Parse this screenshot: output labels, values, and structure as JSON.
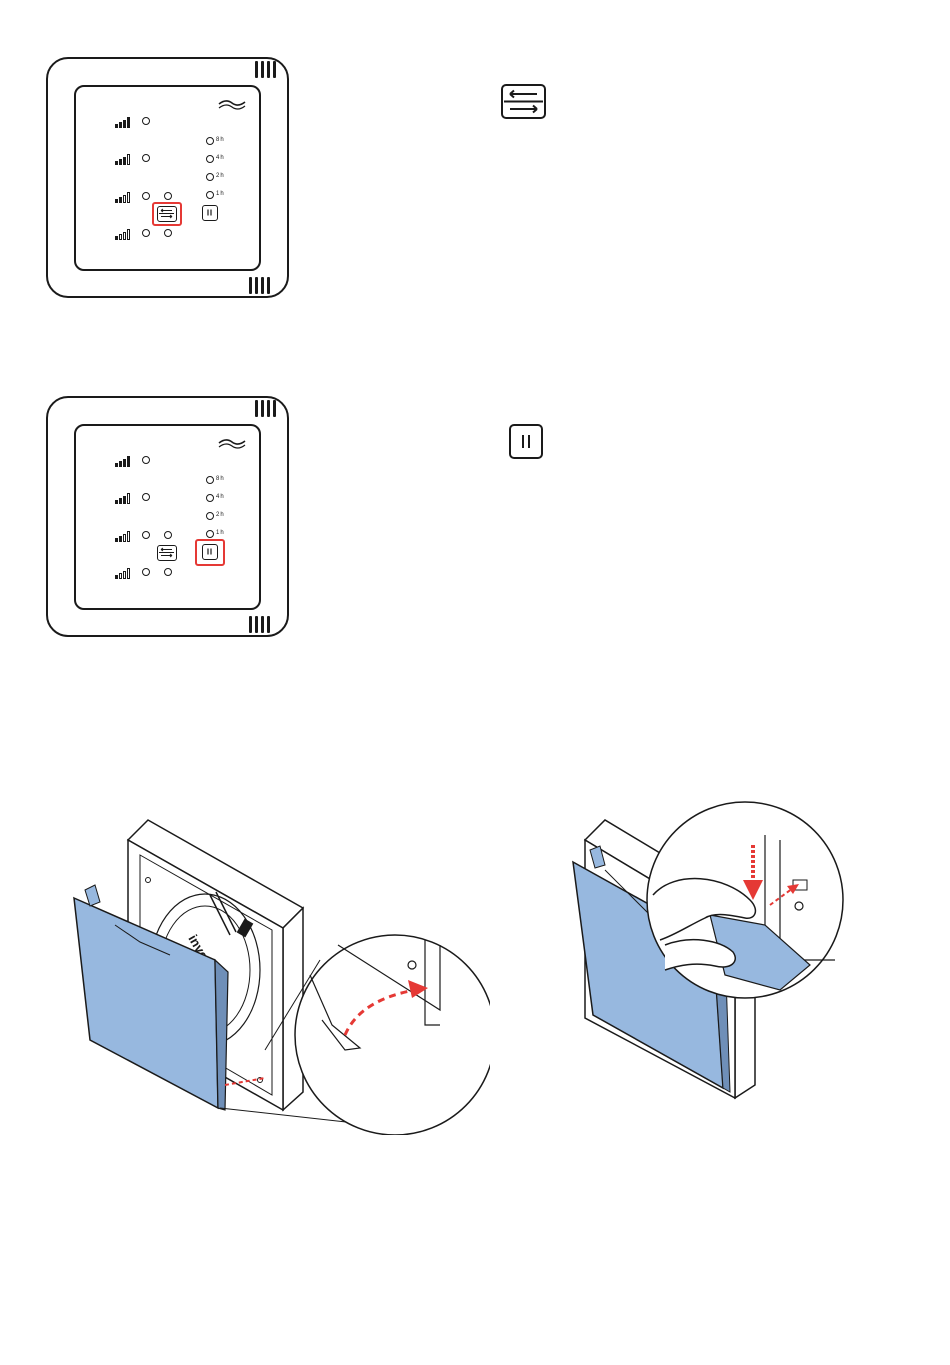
{
  "colors": {
    "line": "#1a1a1a",
    "highlight": "#e53935",
    "cover_blue": "#97b8df",
    "cover_edge": "#6f8fb8"
  },
  "panels": [
    {
      "timer_labels": [
        "8h",
        "4h",
        "2h",
        "1h"
      ],
      "highlighted_button": "mode-button",
      "side_icon": "mode-arrows-icon"
    },
    {
      "timer_labels": [
        "8h",
        "4h",
        "2h",
        "1h"
      ],
      "highlighted_button": "pause-button",
      "side_icon": "pause-icon"
    }
  ],
  "device": {
    "brand_label": "inventer"
  },
  "illustrations": [
    {
      "subject": "front-cover-hook-insertion"
    },
    {
      "subject": "front-cover-press-to-latch"
    }
  ]
}
